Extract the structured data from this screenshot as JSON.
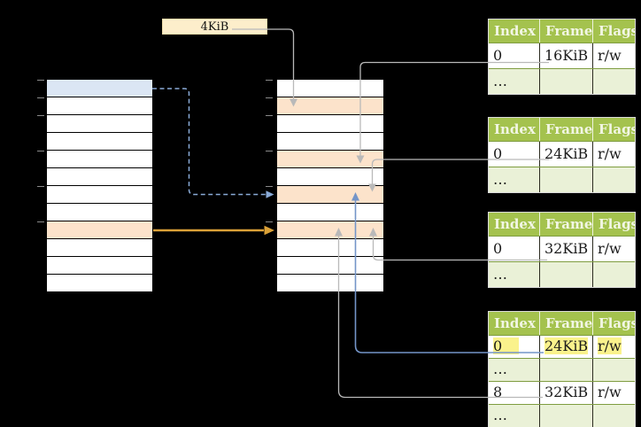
{
  "colors": {
    "background": "#000000",
    "header_green": "#a4c24e",
    "row_light_green": "#eaf1d7",
    "row_white": "#ffffff",
    "row_blue": "#dbe6f4",
    "row_orange": "#fce3cb",
    "box_cream": "#fdeecb",
    "highlight_yellow": "#faf28c",
    "line_gray": "#b9b9b9",
    "line_blue": "#7495c8",
    "line_blue_dashed": "#8aabd8",
    "line_orange": "#dba137",
    "tick_gray": "#8a8a8a",
    "header_text": "#f2f6e4",
    "cell_text": "#1a1a1a"
  },
  "size_label": "4KiB",
  "left_column": {
    "rows": [
      "blue",
      "white",
      "white",
      "white",
      "white",
      "white",
      "white",
      "white",
      "orange",
      "white",
      "white",
      "white"
    ],
    "tick_ys": [
      90,
      110,
      130,
      170,
      210,
      250
    ]
  },
  "middle_column": {
    "rows": [
      "white",
      "orange",
      "white",
      "white",
      "orange",
      "white",
      "orange",
      "white",
      "orange",
      "white",
      "white",
      "white"
    ],
    "tick_ys": [
      90,
      110,
      130,
      170,
      210,
      250
    ]
  },
  "page_table_headers": [
    "Index",
    "Frame",
    "Flags"
  ],
  "page_tables": [
    {
      "rows": [
        {
          "cells": [
            "0",
            "16KiB",
            "r/w"
          ],
          "shade": "white",
          "highlight": false
        },
        {
          "cells": [
            "…",
            "",
            ""
          ],
          "shade": "green",
          "highlight": false
        }
      ]
    },
    {
      "rows": [
        {
          "cells": [
            "0",
            "24KiB",
            "r/w"
          ],
          "shade": "white",
          "highlight": false
        },
        {
          "cells": [
            "…",
            "",
            ""
          ],
          "shade": "green",
          "highlight": false
        }
      ]
    },
    {
      "rows": [
        {
          "cells": [
            "0",
            "32KiB",
            "r/w"
          ],
          "shade": "white",
          "highlight": false
        },
        {
          "cells": [
            "…",
            "",
            ""
          ],
          "shade": "green",
          "highlight": false
        }
      ]
    },
    {
      "rows": [
        {
          "cells": [
            "0",
            "24KiB",
            "r/w"
          ],
          "shade": "white",
          "highlight": true
        },
        {
          "cells": [
            "…",
            "",
            ""
          ],
          "shade": "green",
          "highlight": false
        },
        {
          "cells": [
            "8",
            "32KiB",
            "r/w"
          ],
          "shade": "white",
          "highlight": false
        },
        {
          "cells": [
            "…",
            "",
            ""
          ],
          "shade": "green",
          "highlight": false
        }
      ]
    }
  ]
}
